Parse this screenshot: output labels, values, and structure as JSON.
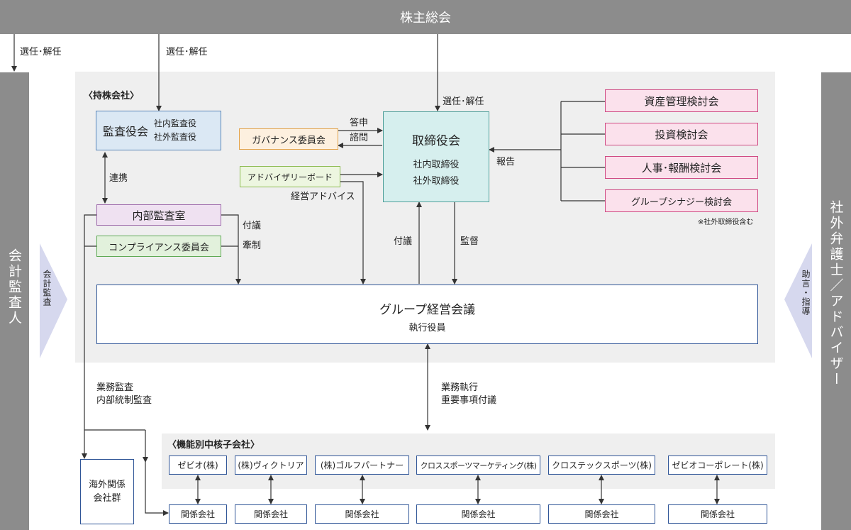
{
  "shareholders": "株主総会",
  "auditor": "会計監査人",
  "lawyer": "社外弁護士／アドバイザー",
  "accounting_audit": "会計監査",
  "advice": "助言・指導",
  "election_left": "選任･解任",
  "election_mid": "選任･解任",
  "election_right": "選任･解任",
  "holding_label": "〈持株会社〉",
  "audit_board": {
    "title": "監査役会",
    "sub1": "社内監査役",
    "sub2": "社外監査役"
  },
  "governance": "ガバナンス委員会",
  "advisory": "アドバイザリーボード",
  "board": {
    "title": "取締役会",
    "sub1": "社内取締役",
    "sub2": "社外取締役"
  },
  "report_answer": "答申",
  "report_consult": "諮問",
  "management_advice": "経営アドバイス",
  "report": "報告",
  "committees": [
    "資産管理検討会",
    "投資検討会",
    "人事･報酬検討会",
    "グループシナジー検討会"
  ],
  "committee_note": "※社外取締役含む",
  "cooperation": "連携",
  "internal_audit": "内部監査室",
  "compliance": "コンプライアンス委員会",
  "proposal_left": "付議",
  "restraint": "牽制",
  "proposal_mid": "付議",
  "supervision": "監督",
  "group_meeting": {
    "title": "グループ経営会議",
    "sub": "執行役員"
  },
  "business_audit": "業務監査",
  "internal_control": "内部統制監査",
  "business_exec": "業務執行",
  "important_matters": "重要事項付議",
  "core_label": "〈機能別中核子会社〉",
  "overseas": {
    "line1": "海外関係",
    "line2": "会社群"
  },
  "subsidiaries": [
    "ゼビオ(株)",
    "(株)ヴィクトリア",
    "(株)ゴルフパートナー",
    "クロススポーツマーケティング(株)",
    "クロステックスポーツ(株)",
    "ゼビオコーポレート(株)"
  ],
  "affiliates": [
    "関係会社",
    "関係会社",
    "関係会社",
    "関係会社",
    "関係会社",
    "関係会社"
  ],
  "colors": {
    "audit_fill": "#dbe8f4",
    "audit_border": "#5a86b8",
    "gov_fill": "#fdf0df",
    "gov_border": "#e3a34a",
    "adv_fill": "#edf6e0",
    "adv_border": "#8dbb52",
    "board_fill": "#d6efee",
    "board_border": "#4f9f9a",
    "committee_fill": "#fbe1ec",
    "committee_border": "#cf4a83",
    "internal_fill": "#efe1f1",
    "internal_border": "#9e6aab",
    "compliance_fill": "#e2f1dc",
    "compliance_border": "#5faa55",
    "group_border": "#2f5597",
    "sub_border": "#2f5597"
  }
}
